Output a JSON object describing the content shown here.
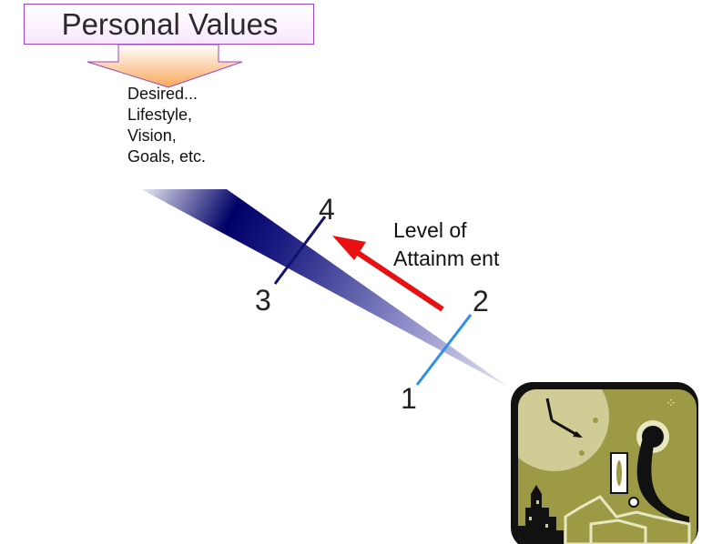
{
  "title": "Personal Values",
  "desired_lines": [
    "Desired...",
    "Lifestyle,",
    "Vision,",
    "Goals, etc."
  ],
  "markers": {
    "m1": "1",
    "m2": "2",
    "m3": "3",
    "m4": "4"
  },
  "level_label": [
    "Level of",
    "Attainm ent"
  ],
  "colors": {
    "title_border": "#9a46c0",
    "arrow_orange": "#f7a85a",
    "wedge_dark": "#000066",
    "marker_light": "#2f8ee8",
    "marker_dark": "#12126e",
    "attainment_arrow": "#e81010",
    "clipart_olive": "#9c9a44"
  },
  "icons": [
    "down-arrow-icon",
    "clock-hand-icon",
    "planet-icon",
    "telescope-icon",
    "city-skyline-icon"
  ]
}
